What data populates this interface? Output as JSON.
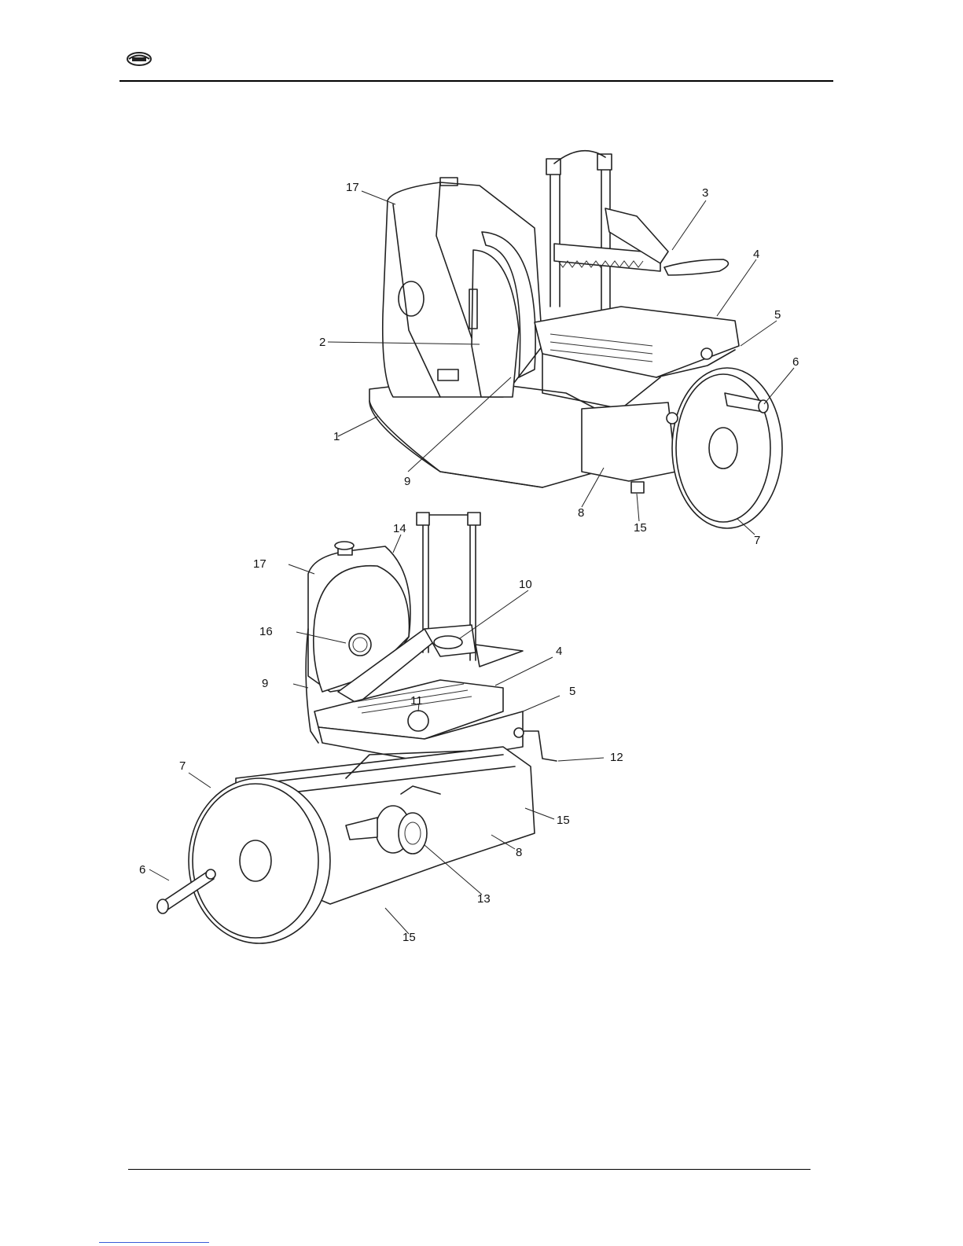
{
  "callouts": {
    "top": [
      "17",
      "3",
      "4",
      "5",
      "6",
      "2",
      "1",
      "9",
      "8",
      "15",
      "7"
    ],
    "bottom": [
      "14",
      "17",
      "10",
      "16",
      "4",
      "9",
      "5",
      "11",
      "12",
      "7",
      "15",
      "8",
      "6",
      "13",
      "15"
    ]
  },
  "icons": {
    "logo": "brand-logo-icon"
  }
}
